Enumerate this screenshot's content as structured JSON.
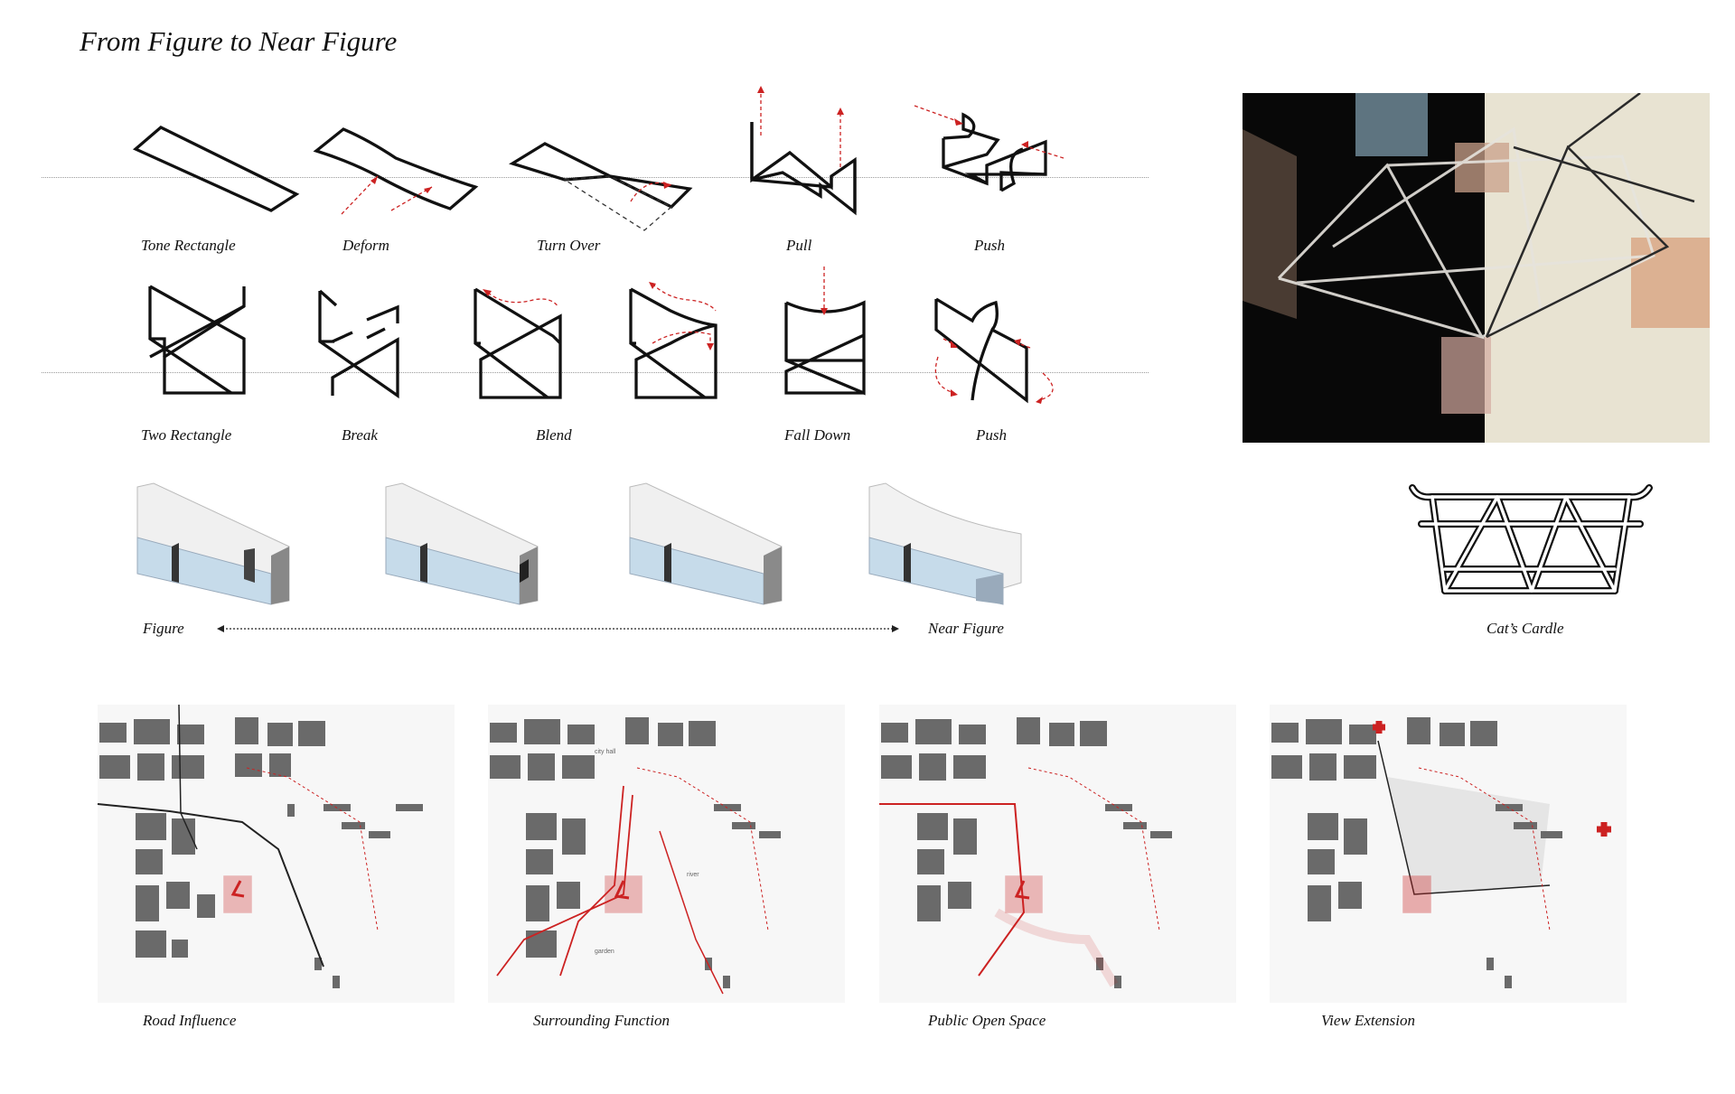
{
  "title": "From Figure to Near Figure",
  "row1": [
    "Tone Rectangle",
    "Deform",
    "Turn Over",
    "Pull",
    "Push"
  ],
  "row2": [
    "Two Rectangle",
    "Break",
    "Blend",
    "Fall Down",
    "Push"
  ],
  "row3": {
    "start": "Figure",
    "end": "Near Figure",
    "reference": "Cat’s Cardle"
  },
  "maps": [
    "Road Influence",
    "Surrounding Function",
    "Public Open Space",
    "View Extension"
  ],
  "map_labels": {
    "city_hall": "city hall",
    "river": "river",
    "garden": "garden"
  },
  "colors": {
    "accent": "#cc2222",
    "ink": "#111111",
    "guide": "#9a9a9a"
  }
}
